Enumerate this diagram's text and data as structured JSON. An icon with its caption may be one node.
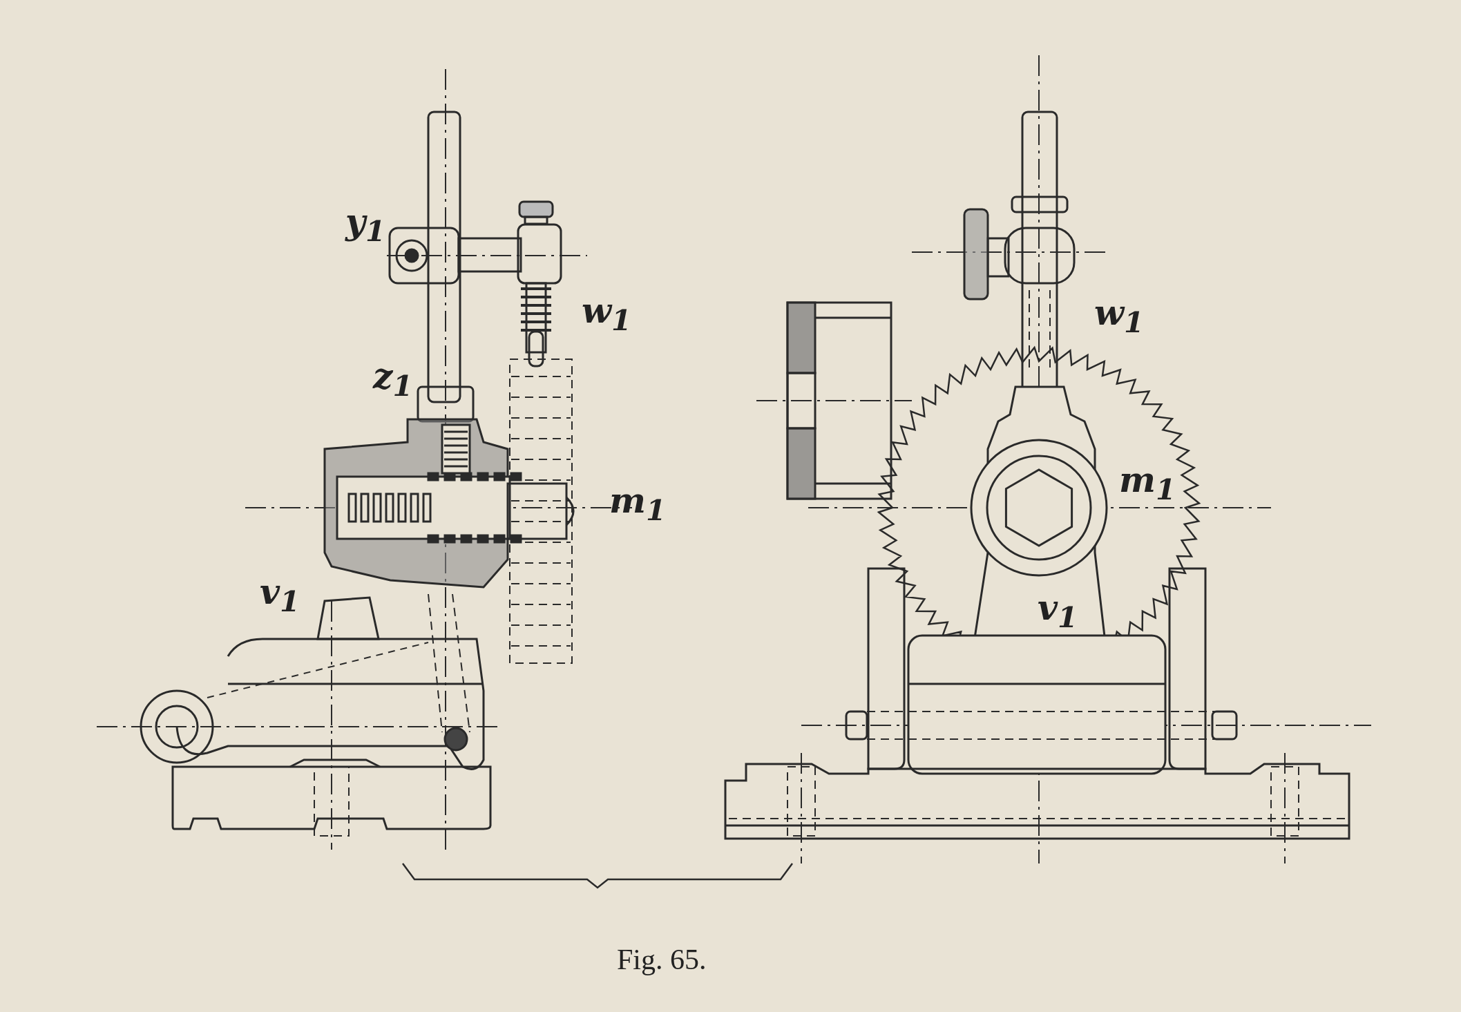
{
  "diagram": {
    "caption": "Fig. 65.",
    "labels": [
      "y$_{1}$",
      "w$_{1}$",
      "z$_{1}$",
      "m$_{1}$",
      "v$_{1}$",
      "w$_{1}$",
      "m$_{1}$",
      "v$_{1}$"
    ]
  }
}
